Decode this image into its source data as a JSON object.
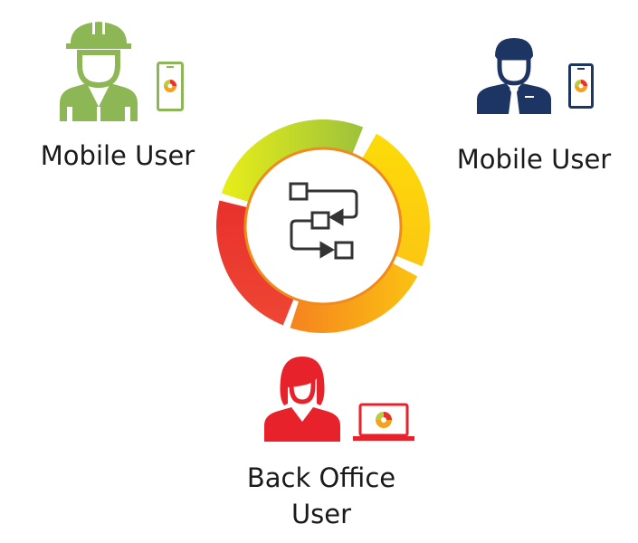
{
  "users": [
    {
      "label": "Mobile User",
      "role": "field-worker",
      "device": "phone",
      "color": "#8db655"
    },
    {
      "label": "Mobile User",
      "role": "business",
      "device": "phone",
      "color": "#1d3563"
    },
    {
      "label_line1": "Back Office",
      "label_line2": "User",
      "role": "office-worker",
      "device": "laptop",
      "color": "#e8222b"
    }
  ],
  "cycle": {
    "segments": [
      {
        "name": "top",
        "from": "#e6ec17",
        "to": "#9cc23b"
      },
      {
        "name": "right",
        "from": "#fcd80a",
        "to": "#fcc812"
      },
      {
        "name": "bottom",
        "from": "#f5891f",
        "to": "#fbbf12"
      },
      {
        "name": "left",
        "from": "#e8322c",
        "to": "#ef4a35"
      }
    ],
    "center_icon": "workflow-icon",
    "ring_color": "#f08a1d"
  }
}
